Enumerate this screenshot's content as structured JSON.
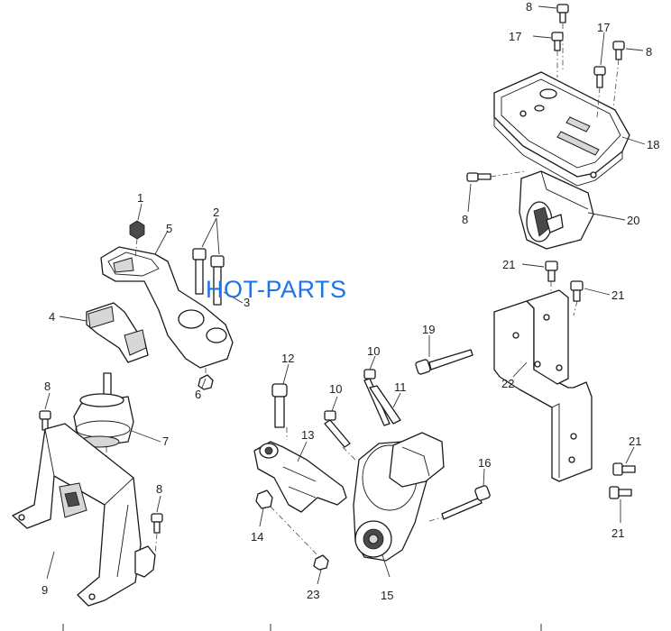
{
  "watermark": "HOT-PARTS",
  "callouts": {
    "c8_top": "8",
    "c17_top": "17",
    "c17_right": "17",
    "c8_right": "8",
    "c18": "18",
    "c8_mid": "8",
    "c20": "20",
    "c1": "1",
    "c2": "2",
    "c5": "5",
    "c3": "3",
    "c21_a": "21",
    "c21_b": "21",
    "c4": "4",
    "c19": "19",
    "c10_a": "10",
    "c12": "12",
    "c6": "6",
    "c10_b": "10",
    "c11": "11",
    "c22": "22",
    "c8_left": "8",
    "c7": "7",
    "c13": "13",
    "c16": "16",
    "c21_c": "21",
    "c21_d": "21",
    "c8_low": "8",
    "c14": "14",
    "c9": "9",
    "c23": "23",
    "c15": "15"
  }
}
